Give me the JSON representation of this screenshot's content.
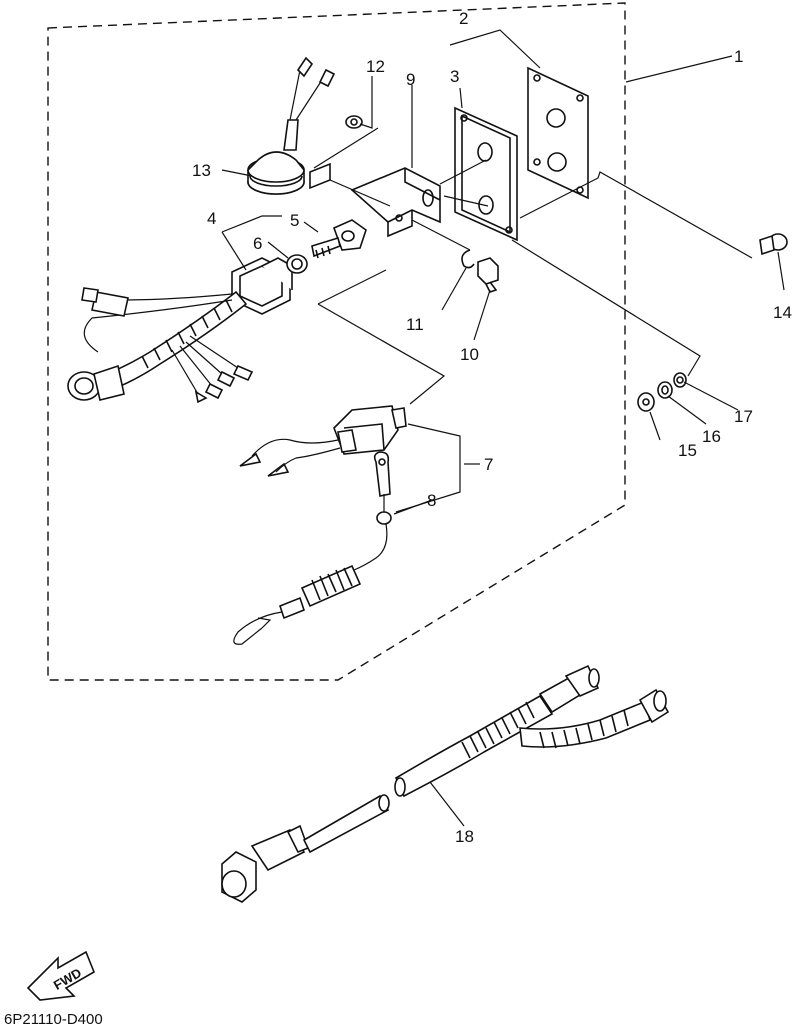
{
  "diagram": {
    "part_labels": [
      "1",
      "2",
      "3",
      "4",
      "5",
      "6",
      "7",
      "8",
      "9",
      "10",
      "11",
      "12",
      "13",
      "14",
      "15",
      "16",
      "17",
      "18"
    ],
    "fwd_label": "FWD",
    "drawing_code": "6P21110-D400"
  }
}
